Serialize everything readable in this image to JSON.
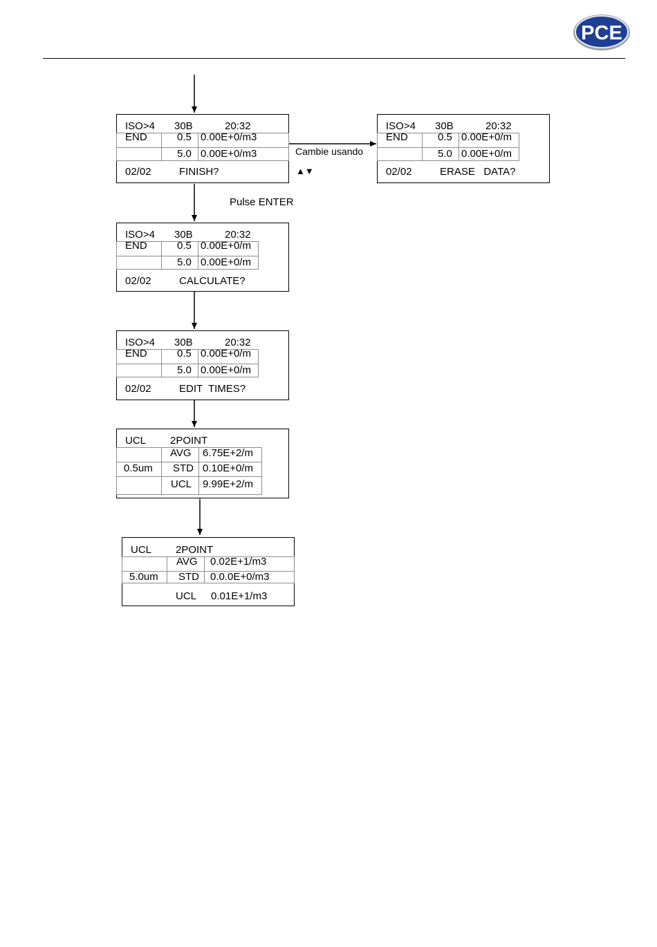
{
  "header": {
    "logo_text": "PCE"
  },
  "flow": {
    "toggle_label": "Cambie usando",
    "toggle_arrows": "▲▼",
    "press_label": "Pulse ENTER"
  },
  "screen_finish": {
    "top_iso": "ISO>4",
    "top_count": "30B",
    "top_time": "20:32",
    "row1_label": "END",
    "row1_size": "0.5",
    "row1_value": "0.00E+0/m3",
    "row2_size": "5.0",
    "row2_value": "0.00E+0/m3",
    "page": "02/02",
    "prompt": "FINISH?"
  },
  "screen_erase": {
    "top_iso": "ISO>4",
    "top_count": "30B",
    "top_time": "20:32",
    "row1_label": "END",
    "row1_size": "0.5",
    "row1_value": "0.00E+0/m",
    "row2_size": "5.0",
    "row2_value": "0.00E+0/m",
    "page": "02/02",
    "prompt": "ERASE   DATA?"
  },
  "screen_calculate": {
    "top_iso": "ISO>4",
    "top_count": "30B",
    "top_time": "20:32",
    "row1_label": "END",
    "row1_size": "0.5",
    "row1_value": "0.00E+0/m",
    "row2_size": "5.0",
    "row2_value": "0.00E+0/m",
    "page": "02/02",
    "prompt": "CALCULATE?"
  },
  "screen_edit": {
    "top_iso": "ISO>4",
    "top_count": "30B",
    "top_time": "20:32",
    "row1_label": "END",
    "row1_size": "0.5",
    "row1_value": "0.00E+0/m",
    "row2_size": "5.0",
    "row2_value": "0.00E+0/m",
    "page": "02/02",
    "prompt": "EDIT  TIMES?"
  },
  "screen_ucl1": {
    "title": "UCL",
    "mode": "2POINT",
    "size": "0.5um",
    "avg_label": "AVG",
    "avg_value": "6.75E+2/m",
    "std_label": "STD",
    "std_value": "0.10E+0/m",
    "ucl_label": "UCL",
    "ucl_value": "9.99E+2/m"
  },
  "screen_ucl2": {
    "title": "UCL",
    "mode": "2POINT",
    "size": "5.0um",
    "avg_label": "AVG",
    "avg_value": "0.02E+1/m3",
    "std_label": "STD",
    "std_value": "0.0.0E+0/m3",
    "ucl_label": "UCL",
    "ucl_value": "0.01E+1/m3"
  }
}
